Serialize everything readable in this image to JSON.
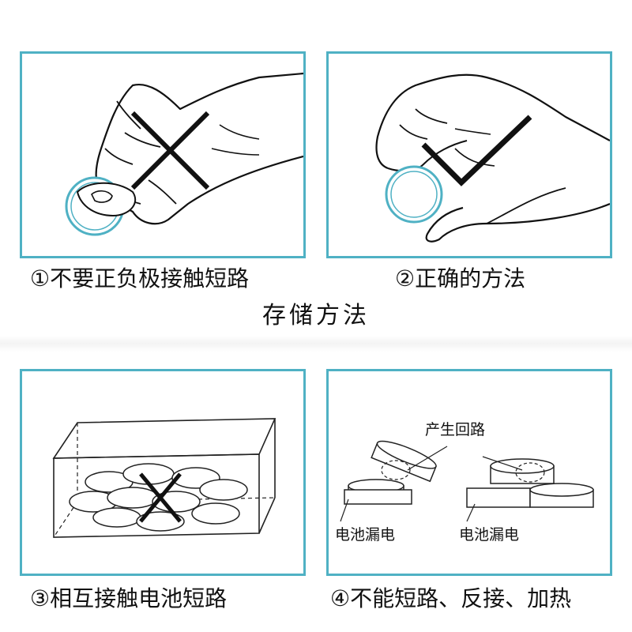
{
  "captions": {
    "p1": "①不要正负极接触短路",
    "p2": "②正确的方法",
    "p3": "③相互接触电池短路",
    "p4": "④不能短路、反接、加热"
  },
  "title": "存储方法",
  "panel4": {
    "loop_label": "产生回路",
    "leak_left": "电池漏电",
    "leak_right": "电池漏电"
  },
  "colors": {
    "accent": "#4fb1c4",
    "ink": "#111111"
  },
  "icons": {
    "p1_mark": "cross-icon",
    "p2_mark": "check-icon",
    "p3_mark": "cross-icon"
  }
}
